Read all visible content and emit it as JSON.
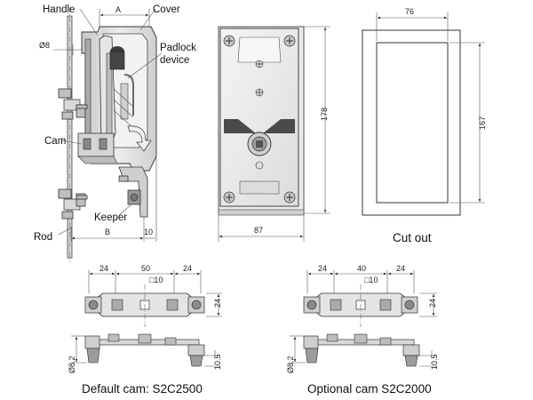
{
  "labels": {
    "handle": "Handle",
    "cover": "Cover",
    "padlock_line1": "Padlock",
    "padlock_line2": "device",
    "cam": "Cam",
    "keeper": "Keeper",
    "rod": "Rod",
    "dia8": "Ø8"
  },
  "dimensions": {
    "a": "A",
    "b": "B",
    "ten": "10",
    "height_178": "178",
    "width_87": "87",
    "cutout_width": "76",
    "cutout_height": "167",
    "default_cam": {
      "left": "24",
      "center": "50",
      "right": "24",
      "square": "□10",
      "height": "24",
      "dia": "Ø8.2",
      "offset": "10.5"
    },
    "optional_cam": {
      "left": "24",
      "center": "40",
      "right": "24",
      "square": "□10",
      "height": "24",
      "dia": "Ø8.2",
      "offset": "10.5"
    }
  },
  "captions": {
    "cut_out": "Cut out",
    "default_cam": "Default cam: S2C2500",
    "optional_cam": "Optional cam S2C2000"
  }
}
